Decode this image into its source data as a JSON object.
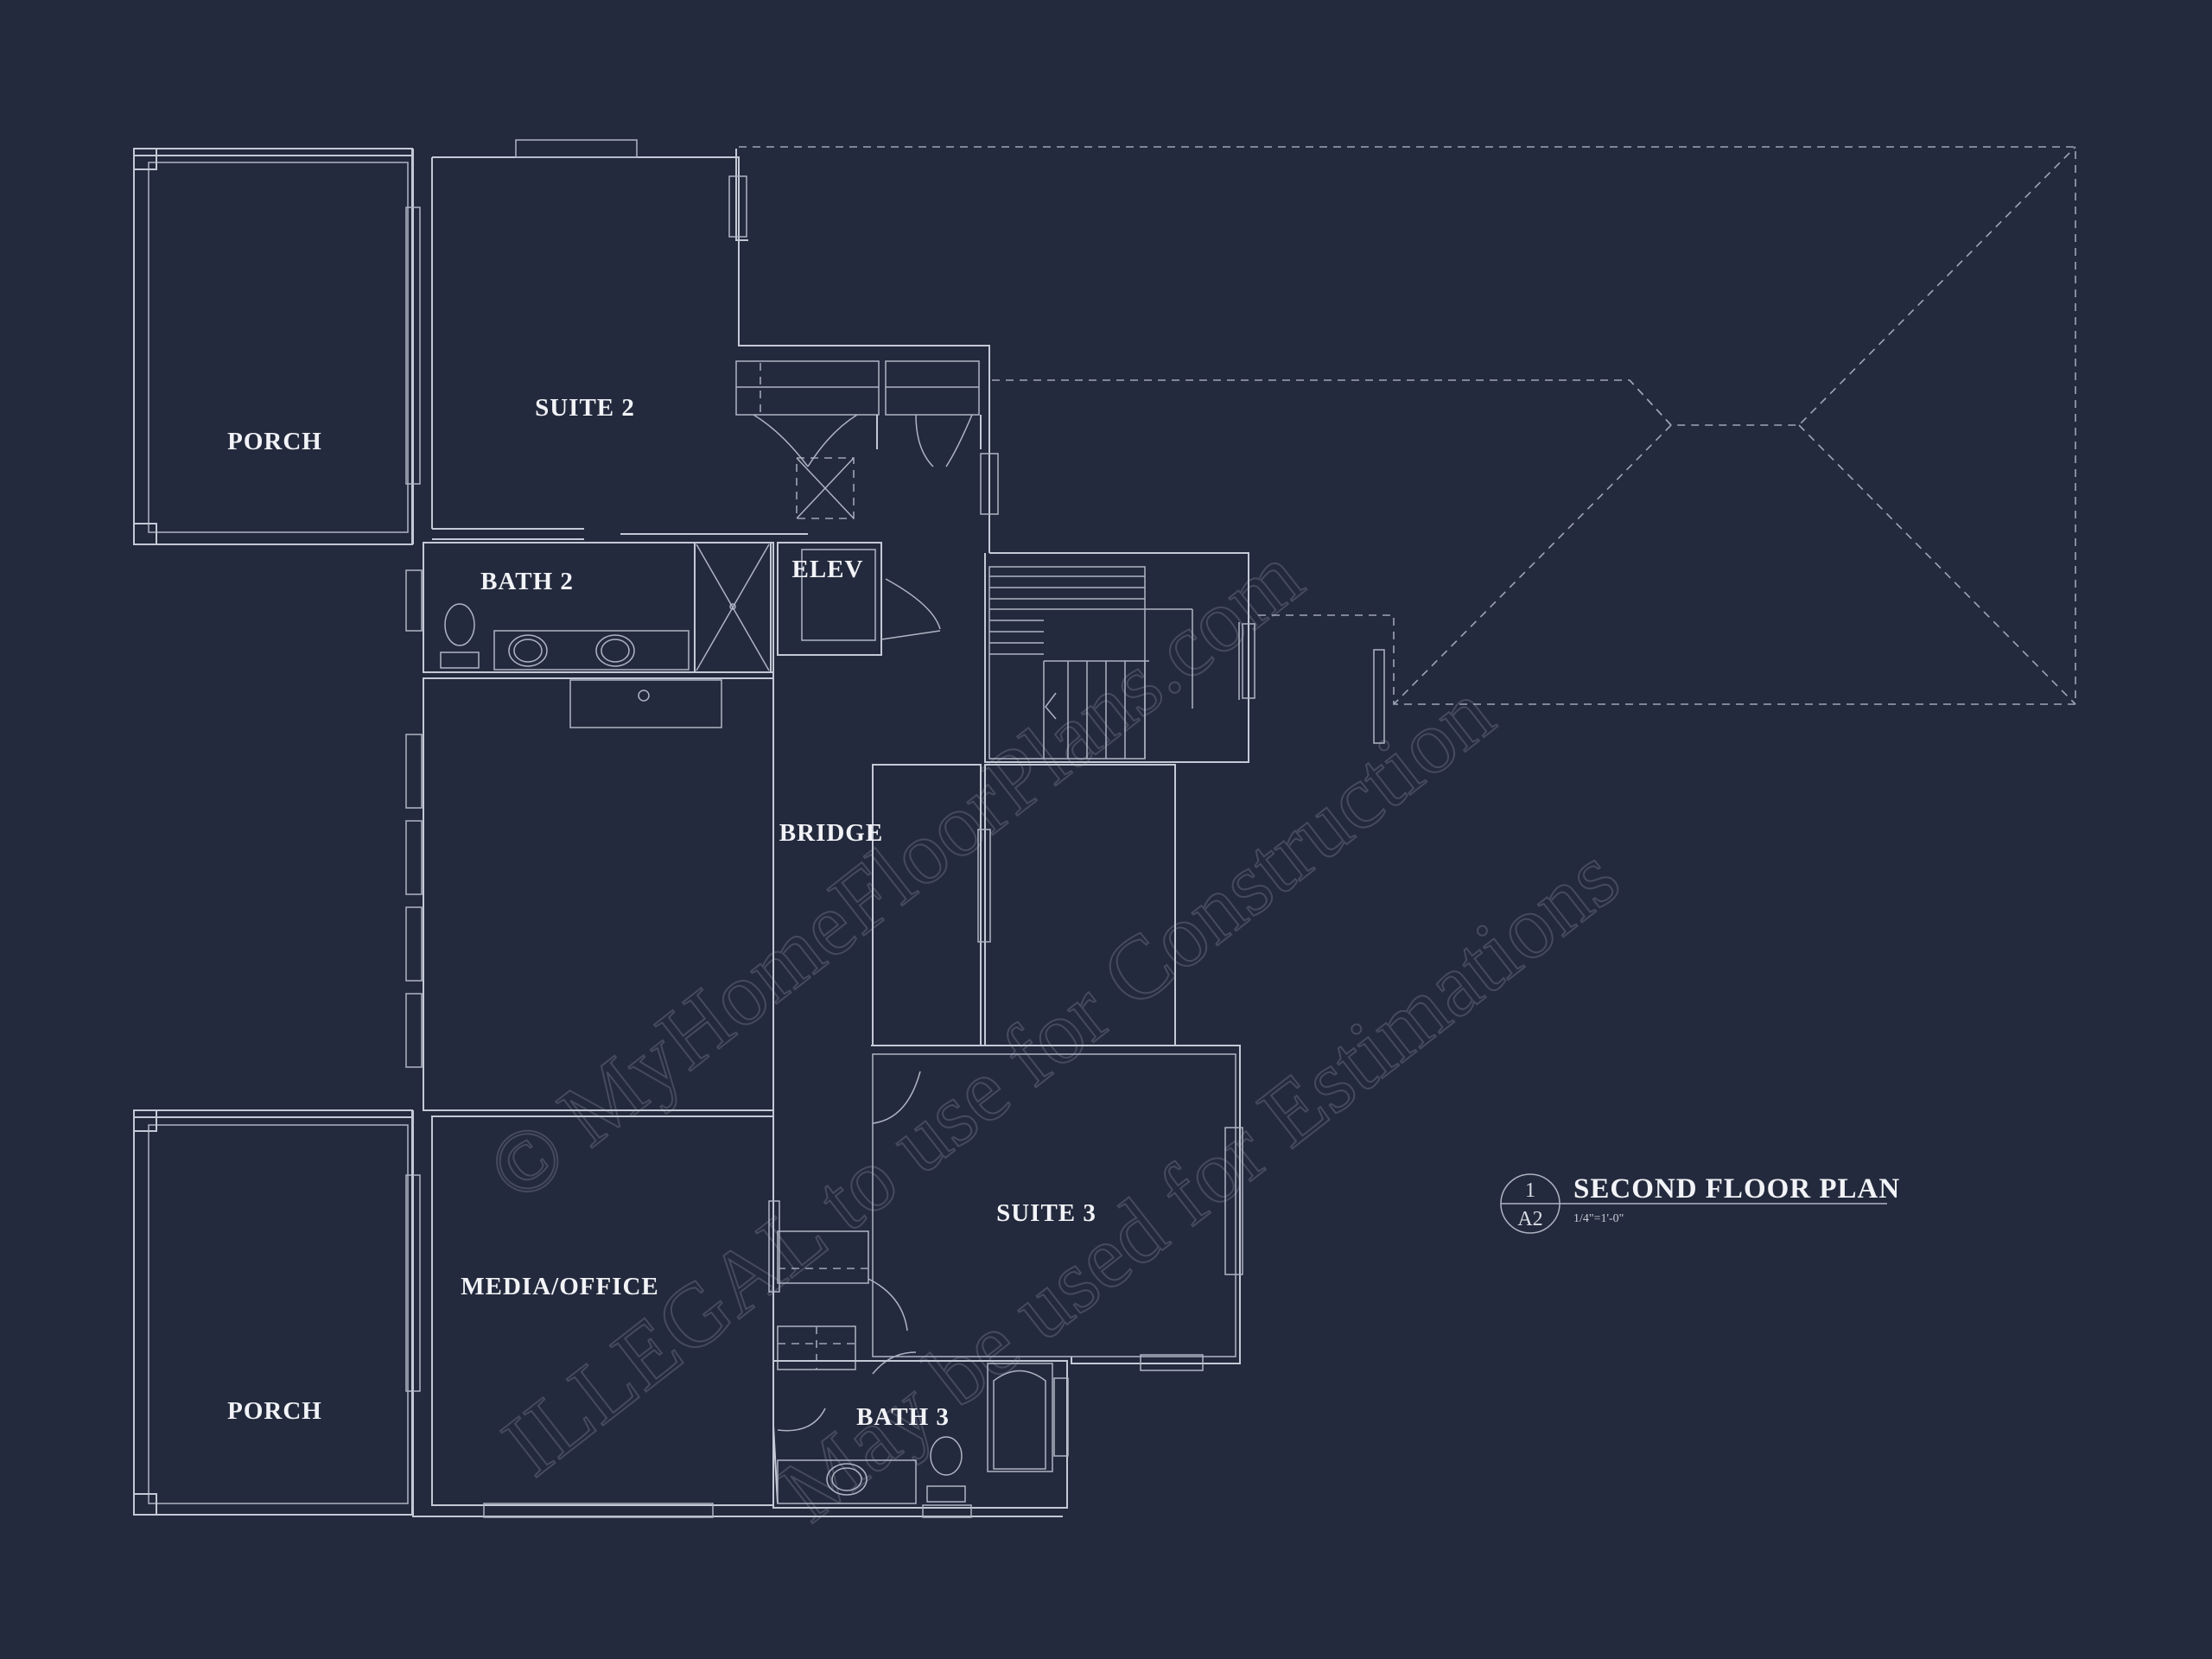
{
  "rooms": {
    "porch_upper": "PORCH",
    "suite_2": "SUITE 2",
    "bath_2": "BATH 2",
    "elev": "ELEV",
    "bridge": "BRIDGE",
    "suite_3": "SUITE 3",
    "media_office": "MEDIA/OFFICE",
    "porch_lower": "PORCH",
    "bath_3": "BATH 3"
  },
  "title_block": {
    "detail_number": "1",
    "sheet_number": "A2",
    "title": "SECOND FLOOR PLAN",
    "scale": "1/4\"=1'-0\""
  },
  "watermark": {
    "line_1": "© MyHomeFloorPlans.com",
    "line_2": "ILLEGAL to use for Construction",
    "line_3": "May be used for Estimations"
  },
  "colors": {
    "background": "#242a3d",
    "linework": "#c4c9d6",
    "label": "#f1f3f7"
  }
}
